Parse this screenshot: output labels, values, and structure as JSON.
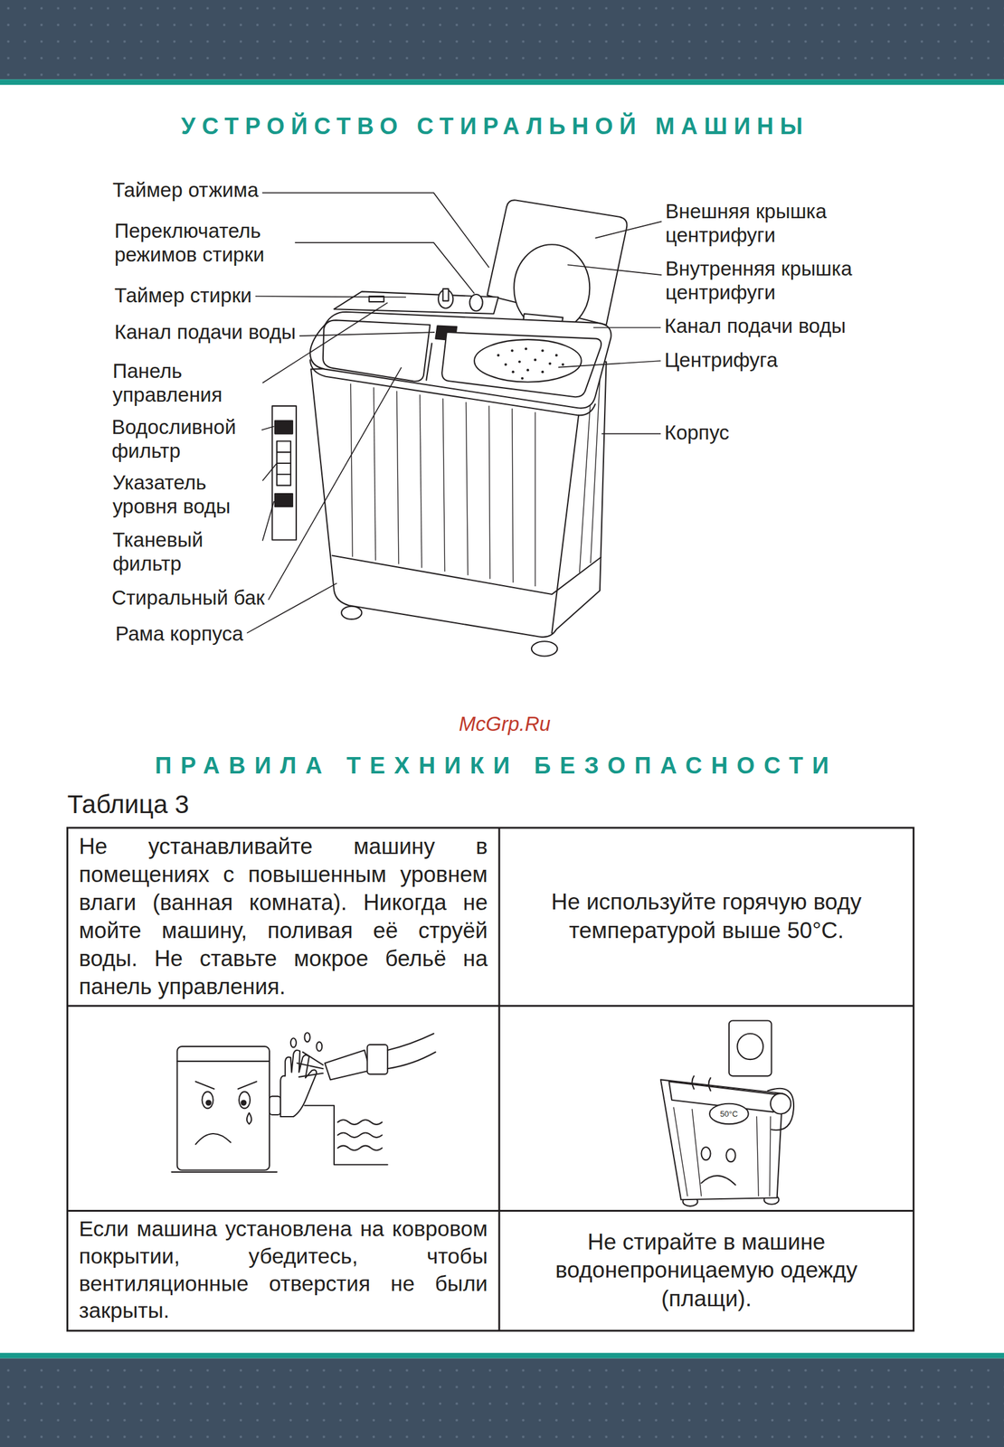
{
  "diagram": {
    "title": "УСТРОЙСТВО СТИРАЛЬНОЙ МАШИНЫ",
    "labels": [
      "Таймер отжима",
      "Переключатель режимов стирки",
      "Таймер стирки",
      "Канал подачи воды",
      "Панель управления",
      "Водосливной фильтр",
      "Указатель уровня воды",
      "Тканевый фильтр",
      "Стиральный бак",
      "Рама корпуса",
      "Внешняя крышка центрифуги",
      "Внутренняя крышка центрифуги",
      "Канал подачи воды",
      "Центрифуга",
      "Корпус",
      "McGrp.Ru",
      "ПРАВИЛА ТЕХНИКИ БЕЗОПАСНОСТИ",
      "Таблица 3",
      "Не устанавливайте машину в помещениях с повышенным уровнем влаги (ванная комната). Никогда не мойте машину, поливая её струёй воды. Не ставьте мокрое бельё на панель управления.",
      "Не используйте горячую воду температурой выше 50°C.",
      "Если машина установлена на ковровом покрытии, убедитесь, чтобы вентиляционные отверстия не были закрыты.",
      "Не стирайте в машине водонепроницаемую одежду (плащи).",
      "50°C"
    ]
  }
}
